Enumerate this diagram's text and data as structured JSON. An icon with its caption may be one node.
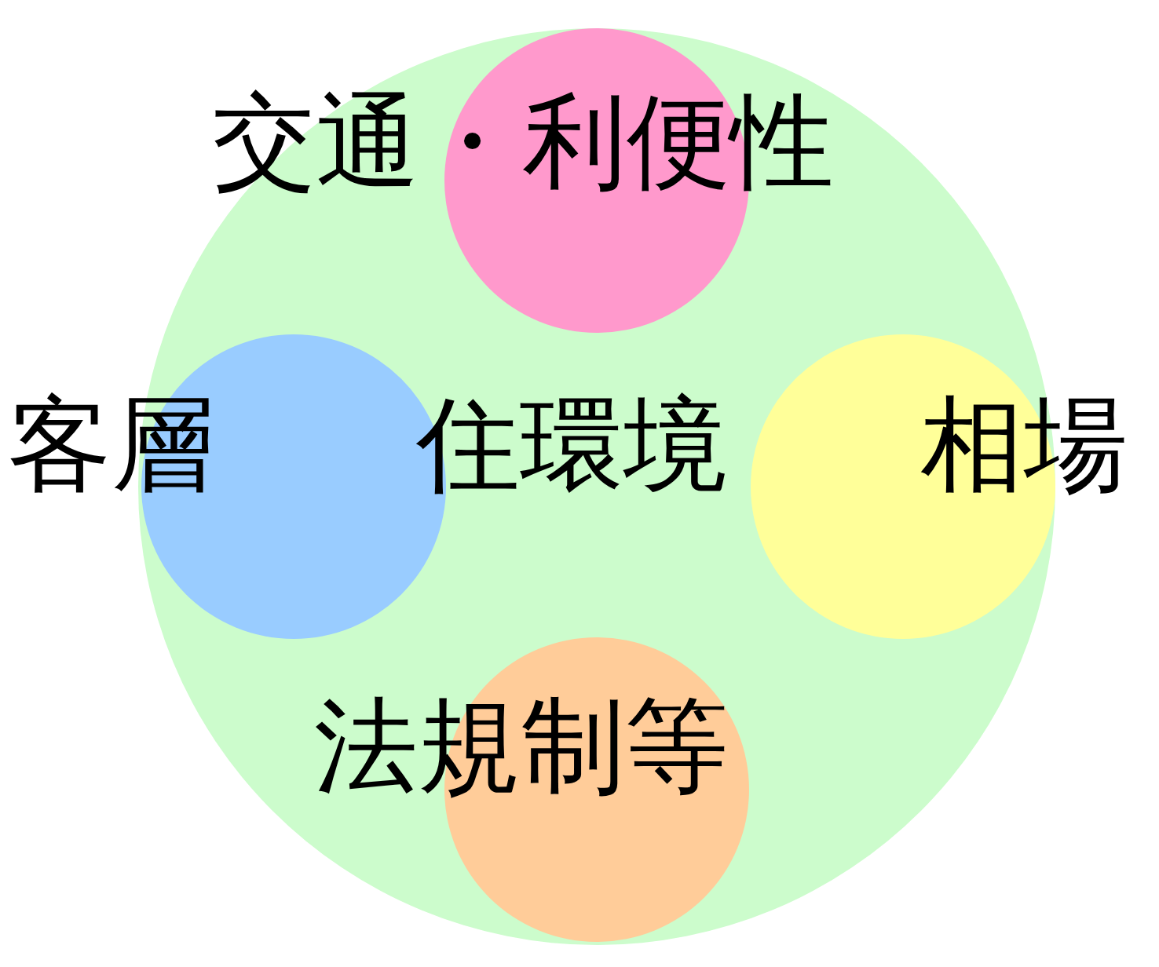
{
  "diagram": {
    "nodes": [
      {
        "text": [
          "住環境"
        ]
      },
      {
        "text": [
          "交通・利便性"
        ],
        "in": 0
      },
      {
        "text": [
          "客層"
        ],
        "in": 0
      },
      {
        "text": [
          "相場"
        ],
        "in": 0
      },
      {
        "text": [
          "法規制等"
        ],
        "in": 0
      }
    ]
  }
}
